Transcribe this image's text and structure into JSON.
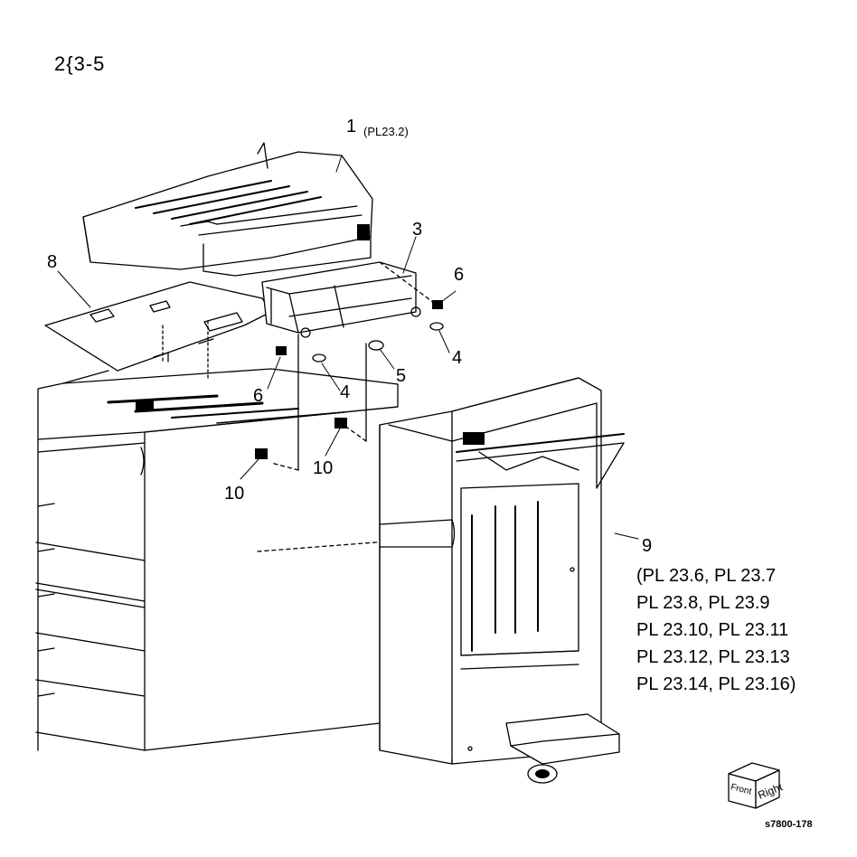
{
  "header": {
    "note": "2{3-5"
  },
  "callouts": {
    "c1": "1",
    "c1_ref": "(PL23.2)",
    "c3": "3",
    "c4a": "4",
    "c4b": "4",
    "c5": "5",
    "c6a": "6",
    "c6b": "6",
    "c8": "8",
    "c9": "9",
    "c10a": "10",
    "c10b": "10"
  },
  "reference_block": {
    "lines": [
      "(PL 23.6, PL 23.7",
      "PL 23.8, PL 23.9",
      "PL 23.10, PL 23.11",
      "PL 23.12, PL 23.13",
      "PL 23.14, PL 23.16)"
    ]
  },
  "orientation": {
    "front": "Front",
    "right": "Right"
  },
  "drawing_code": "s7800-178"
}
